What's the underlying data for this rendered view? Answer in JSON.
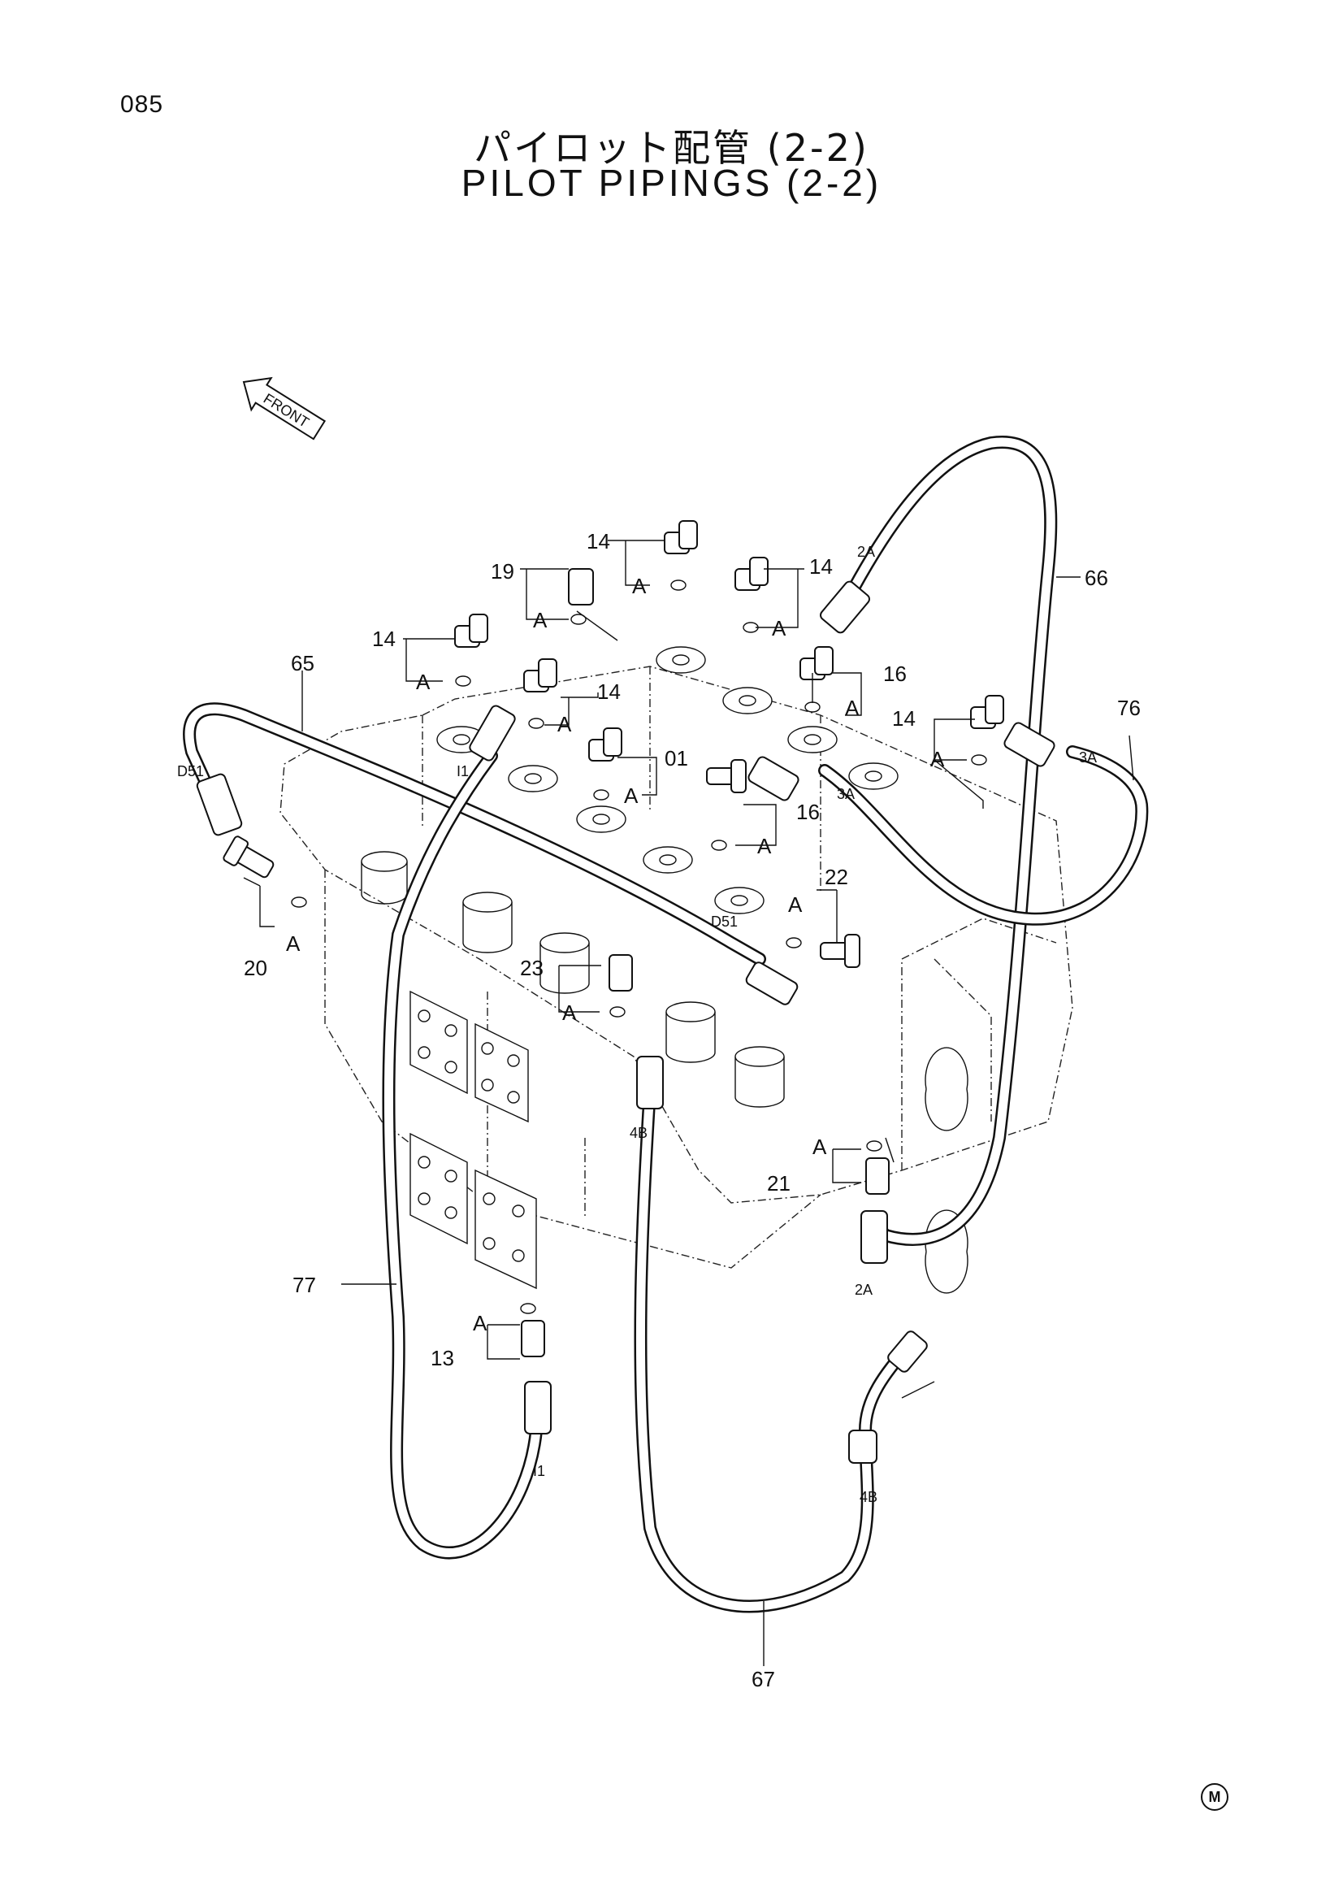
{
  "page_number": "085",
  "title_jp": "パイロット配管 (2-2)",
  "title_en": "PILOT PIPINGS (2-2)",
  "front_label": "FRONT",
  "corner_mark": "M",
  "labels": {
    "p14a": "14",
    "p14b": "14",
    "p14c": "14",
    "p14d": "14",
    "p14e": "14",
    "p19": "19",
    "p16a": "16",
    "p16b": "16",
    "p01": "01",
    "p20": "20",
    "p22": "22",
    "p23": "23",
    "p21": "21",
    "p13": "13",
    "p65": "65",
    "p66": "66",
    "p67": "67",
    "p76": "76",
    "p77": "77",
    "a": "A",
    "d51a": "D51",
    "d51b": "D51",
    "i1a": "I1",
    "i1b": "I1",
    "s2a_top": "2A",
    "s2a_bottom": "2A",
    "s3a_a": "3A",
    "s3a_b": "3A",
    "s4b_a": "4B",
    "s4b_b": "4B"
  }
}
